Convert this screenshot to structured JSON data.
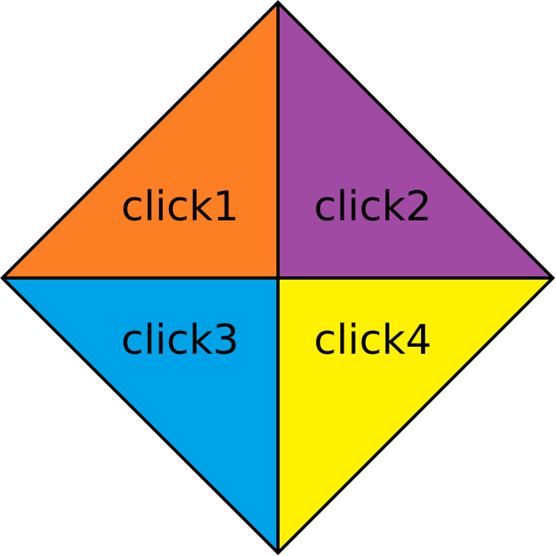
{
  "quadrants": [
    {
      "id": "q1",
      "label": "click1",
      "color": "#fd7f23"
    },
    {
      "id": "q2",
      "label": "click2",
      "color": "#a04aa3"
    },
    {
      "id": "q3",
      "label": "click3",
      "color": "#00a2e8"
    },
    {
      "id": "q4",
      "label": "click4",
      "color": "#fef200"
    }
  ],
  "outline_color": "#000000"
}
